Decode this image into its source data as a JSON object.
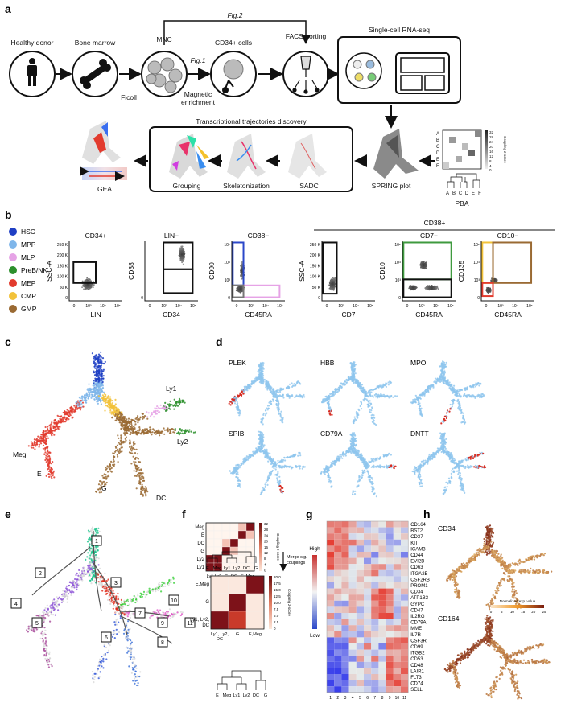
{
  "panel_letters": [
    "a",
    "b",
    "c",
    "d",
    "e",
    "f",
    "g",
    "h"
  ],
  "a": {
    "fig2": "Fig.2",
    "fig1": "Fig.1",
    "steps": [
      "Healthy donor",
      "Bone marrow",
      "MNC",
      "CD34+ cells",
      "FACS-sorting",
      "Single-cell RNA-seq"
    ],
    "ficoll": "Ficoll",
    "magnetic": [
      "Magnetic",
      "enrichment"
    ],
    "traj_title": "Transcriptional trajectories discovery",
    "traj_steps": [
      "Grouping",
      "Skeletonization",
      "SADC"
    ],
    "gea": "GEA",
    "spring": "SPRING plot",
    "pba": "PBA",
    "pba_rows": [
      "A",
      "B",
      "C",
      "D",
      "E",
      "F"
    ],
    "pba_leaves": [
      "A",
      "B",
      "C",
      "D",
      "E",
      "F"
    ],
    "pba_scale": [
      "32",
      "28",
      "24",
      "20",
      "16",
      "12",
      "8",
      "4",
      "0"
    ],
    "pba_scale_label": [
      "Coupling z-score"
    ]
  },
  "b": {
    "legend": [
      {
        "label": "HSC",
        "color": "#1f3fc4"
      },
      {
        "label": "MPP",
        "color": "#7fb6ea"
      },
      {
        "label": "MLP",
        "color": "#e6a3e6"
      },
      {
        "label": "PreB/NK",
        "color": "#2c8f2c"
      },
      {
        "label": "MEP",
        "color": "#e23b2e"
      },
      {
        "label": "CMP",
        "color": "#f2c23a"
      },
      {
        "label": "GMP",
        "color": "#9a6a33"
      }
    ],
    "cd38plus": "CD38+",
    "plots": [
      {
        "title": "CD34+",
        "ylab": "SSC-A",
        "xlab": "LIN",
        "yticks": [
          "250 K",
          "200 K",
          "150 K",
          "100 K",
          "50 K",
          "0"
        ],
        "xticks": [
          "0",
          "10³",
          "10⁴",
          "10⁵"
        ]
      },
      {
        "title": "LIN−",
        "ylab": "CD38",
        "xlab": "CD34",
        "yticks": [
          "0"
        ],
        "xticks": [
          "0",
          "10³",
          "10⁴",
          "10⁵"
        ]
      },
      {
        "title": "CD38−",
        "ylab": "CD90",
        "xlab": "CD45RA",
        "yticks": [
          "10⁵",
          "10⁴",
          "10³",
          "0"
        ],
        "xticks": [
          "0",
          "10³",
          "10⁴",
          "10⁵"
        ]
      },
      {
        "title": "",
        "ylab": "SSC-A",
        "xlab": "CD7",
        "yticks": [
          "250 K",
          "200 K",
          "150 K",
          "100 K",
          "50 K",
          "0"
        ],
        "xticks": [
          "0",
          "10³",
          "10⁴",
          "10⁵"
        ]
      },
      {
        "title": "CD7−",
        "ylab": "CD10",
        "xlab": "CD45RA",
        "yticks": [
          "10⁵",
          "10⁴",
          "10³",
          "0"
        ],
        "xticks": [
          "0",
          "10³",
          "10⁴",
          "10⁵"
        ]
      },
      {
        "title": "CD10−",
        "ylab": "CD135",
        "xlab": "CD45RA",
        "yticks": [
          "10⁵",
          "10⁴",
          "10³",
          "0"
        ],
        "xticks": [
          "0",
          "10³",
          "10⁴",
          "10⁵"
        ]
      }
    ]
  },
  "c": {
    "labels": [
      "Ly1",
      "Ly2",
      "Meg",
      "E",
      "G",
      "DC"
    ]
  },
  "d": {
    "genes": [
      "PLEK",
      "HBB",
      "MPO",
      "SPIB",
      "CD79A",
      "DNTT"
    ]
  },
  "e": {
    "branches": [
      "1",
      "2",
      "3",
      "4",
      "5",
      "6",
      "7",
      "8",
      "9",
      "10",
      "11"
    ]
  },
  "f": {
    "top_rows": [
      "Meg",
      "E",
      "DC",
      "G",
      "Ly2",
      "Ly1"
    ],
    "top_cols": [
      "Ly1",
      "Ly2",
      "G",
      "DC",
      "E",
      "Meg"
    ],
    "top_leaves": [
      "E",
      "Meg",
      "Ly1",
      "Ly2",
      "DC",
      "G"
    ],
    "top_scale": [
      "32",
      "28",
      "24",
      "20",
      "16",
      "12",
      "8",
      "4",
      "0"
    ],
    "top_scale_label": [
      "Coupling z-score"
    ],
    "merge": [
      "Merge sig.",
      "couplings"
    ],
    "bot_rows": [
      "E,Meg",
      "G",
      "Ly1, Ly2,",
      "DC"
    ],
    "bot_cols": [
      "Ly1, Ly2,",
      "G",
      "E,Meg",
      "DC"
    ],
    "bot_leaves": [
      "E",
      "Meg",
      "Ly1",
      "Ly2",
      "DC",
      "G"
    ],
    "bot_scale": [
      "20.0",
      "17.5",
      "15.0",
      "12.5",
      "10.0",
      "7.5",
      "5.0",
      "2.5",
      "0"
    ],
    "bot_scale_label": [
      "Coupling z-score"
    ]
  },
  "g": {
    "high": "High",
    "low": "Low",
    "genes": [
      "CD164",
      "BST2",
      "CD37",
      "KIT",
      "ICAM3",
      "CD44",
      "EVI2B",
      "CD63",
      "ITGA2B",
      "CSF2RB",
      "PROM1",
      "CD34",
      "ATP1B3",
      "GYPC",
      "CD47",
      "IL2RG",
      "CD79A",
      "MME",
      "IL7R",
      "CSF3R",
      "CD99",
      "ITGB2",
      "CD53",
      "CD48",
      "LAIR1",
      "FLT3",
      "CD74",
      "SELL"
    ],
    "cols": [
      "1",
      "2",
      "3",
      "4",
      "5",
      "6",
      "7",
      "8",
      "9",
      "10",
      "11"
    ]
  },
  "h": {
    "genes": [
      "CD34",
      "CD164"
    ],
    "colorbar_title": "Normalized exp. value",
    "colorbar_ticks": [
      "0",
      "5",
      "10",
      "15",
      "20",
      "25"
    ]
  }
}
